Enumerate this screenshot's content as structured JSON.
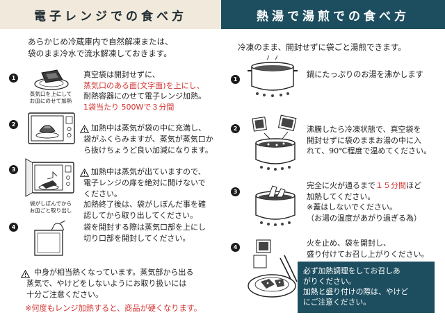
{
  "microwave": {
    "title": "電子レンジでの食べ方",
    "intro": [
      "あらかじめ冷蔵庫内で自然解凍または、",
      "袋のまま冷水で流水解凍しておきます。"
    ],
    "caption1": [
      "蒸気口を上にして",
      "お皿にのせて加熱"
    ],
    "step1": {
      "line1": "真空袋は開封せずに、",
      "line2": "蒸気口のある面(文字面)を上にし、",
      "line3": "耐熱容器にのせて電子レンジ加熱。",
      "line4": "1袋当たり 500Wで３分間"
    },
    "step2": [
      "加熱中は蒸気が袋の中に充満し、",
      "袋がふくらみますが、蒸気が蒸気口か",
      "ら抜けちょうど良い加減になります。"
    ],
    "step3": [
      "加熱中は蒸気が出ていますので、",
      "電子レンジの扉を絶対に開けないで",
      "ください。",
      "加熱終了後は、袋がしぼんだ事を確",
      "認してから取り出してください。"
    ],
    "caption3": [
      "袋がしぼんでから",
      "お皿ごと取り出し"
    ],
    "step4": [
      "袋を開封する際は蒸気口部を上にし",
      "切り口部を開封してください。"
    ],
    "caution": [
      "中身が相当熱くなっています。蒸気部から出る",
      "蒸気で、やけどをしないようにお取り扱いには",
      "十分ご注意ください。"
    ],
    "warning": "※何度もレンジ加熱すると、商品が硬くなります。"
  },
  "boil": {
    "title": "熱湯で湯煎での食べ方",
    "intro": "冷凍のまま、開封せずに袋ごと湯煎できます。",
    "step1": "鍋にたっぷりのお湯を沸かします",
    "step2": [
      "沸騰したら冷凍状態で、真空袋を",
      "開封せずに袋のままお湯の中に入",
      "れて、90℃程度で温めてください。"
    ],
    "step3": {
      "line1_pre": "完全に火が通るまで",
      "line1_red": "１５分間",
      "line1_post": "ほど",
      "line2": "加熱してください。",
      "line3": "※蓋はしないでください。",
      "line4": "（お湯の温度があがり過ぎる為）"
    },
    "step4": [
      "火を止め、袋を開封し、",
      "盛り付けてお召し上がりください。"
    ],
    "note": [
      "必ず加熱調理をしてお召しあ",
      "がりください。",
      "加熱と盛り付けの際は、やけど",
      "にご注意ください。"
    ]
  },
  "step_numbers": [
    "1",
    "2",
    "3",
    "4"
  ],
  "colors": {
    "red": "#d2322f",
    "teal": "#1d4e5f",
    "beige": "#f1eadc"
  }
}
